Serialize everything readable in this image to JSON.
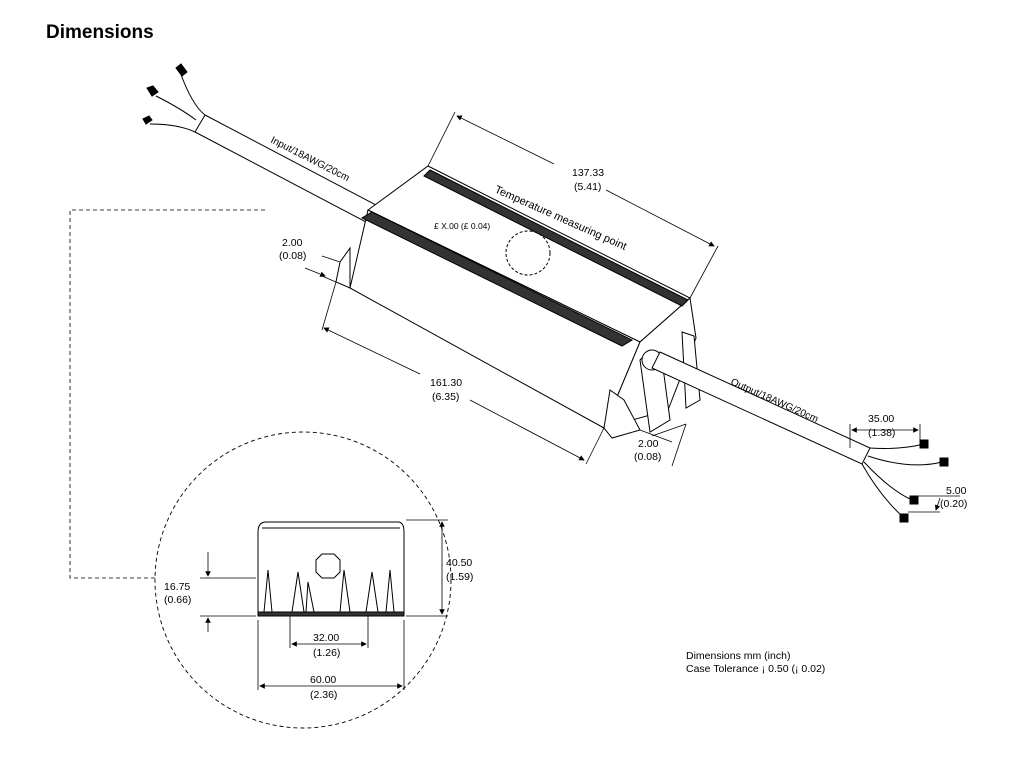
{
  "title": "Dimensions",
  "labels": {
    "input_wire": "Input/18AWG/20cm",
    "output_wire": "Output/18AWG/20cm",
    "temp_point": "Temperature measuring point",
    "temp_tol": "£ X.00 (£ 0.04)"
  },
  "dims": {
    "length_mm": "137.33",
    "length_in": "(5.41)",
    "mount_mm": "161.30",
    "mount_in": "(6.35)",
    "ear_left_mm": "2.00",
    "ear_left_in": "(0.08)",
    "ear_right_mm": "2.00",
    "ear_right_in": "(0.08)",
    "strip_mm": "35.00",
    "strip_in": "(1.38)",
    "lead_mm": "5.00",
    "lead_in": "(0.20)",
    "height_mm": "40.50",
    "height_in": "(1.59)",
    "foot_h_mm": "16.75",
    "foot_h_in": "(0.66)",
    "hole_mm": "32.00",
    "hole_in": "(1.26)",
    "width_mm": "60.00",
    "width_in": "(2.36)"
  },
  "notes": {
    "units": "Dimensions mm (inch)",
    "tolerance": "Case Tolerance ¡ 0.50 (¡ 0.02)"
  }
}
